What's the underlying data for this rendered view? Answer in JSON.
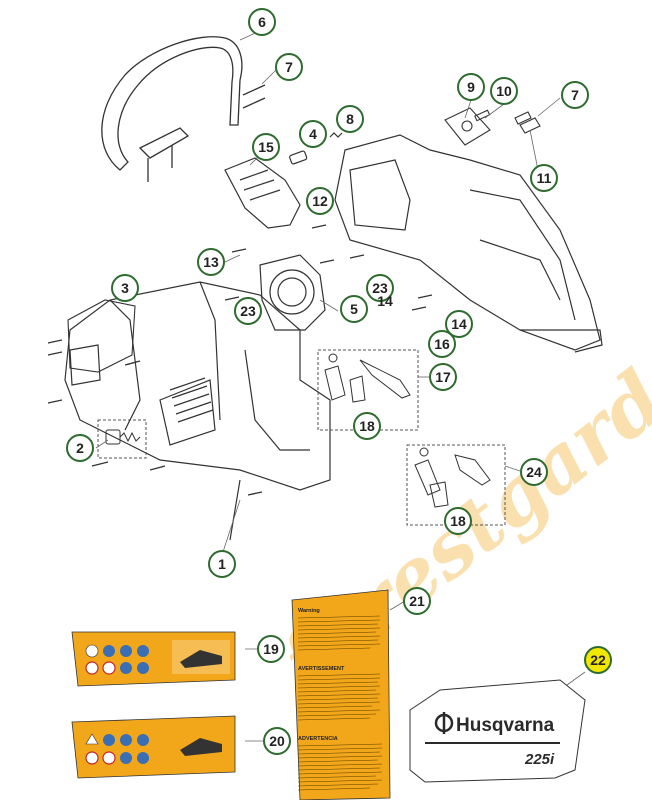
{
  "callouts": {
    "c1": "1",
    "c2": "2",
    "c3": "3",
    "c4": "4",
    "c5": "5",
    "c6": "6",
    "c7a": "7",
    "c7b": "7",
    "c8": "8",
    "c9": "9",
    "c10": "10",
    "c11": "11",
    "c12": "12",
    "c13": "13",
    "c14a": "14",
    "c14b": "14",
    "c15": "15",
    "c16": "16",
    "c17": "17",
    "c18a": "18",
    "c18b": "18",
    "c19": "19",
    "c20": "20",
    "c21": "21",
    "c22": "22",
    "c23a": "23",
    "c23b": "23",
    "c24": "24"
  },
  "highlight_color": "#f3e600",
  "callout_border_color": "#2e6b2e",
  "label_color": "#f2a71b",
  "watermark": {
    "text": "forestgarden.com",
    "colors": [
      "#f2a71b",
      "#8cc63f"
    ]
  },
  "warning_label": {
    "head1": "Warning",
    "head2": "AVERTISSEMENT",
    "head3": "ADVERTENCIA"
  },
  "logo": {
    "brand": "Husqvarna",
    "model": "225i"
  }
}
